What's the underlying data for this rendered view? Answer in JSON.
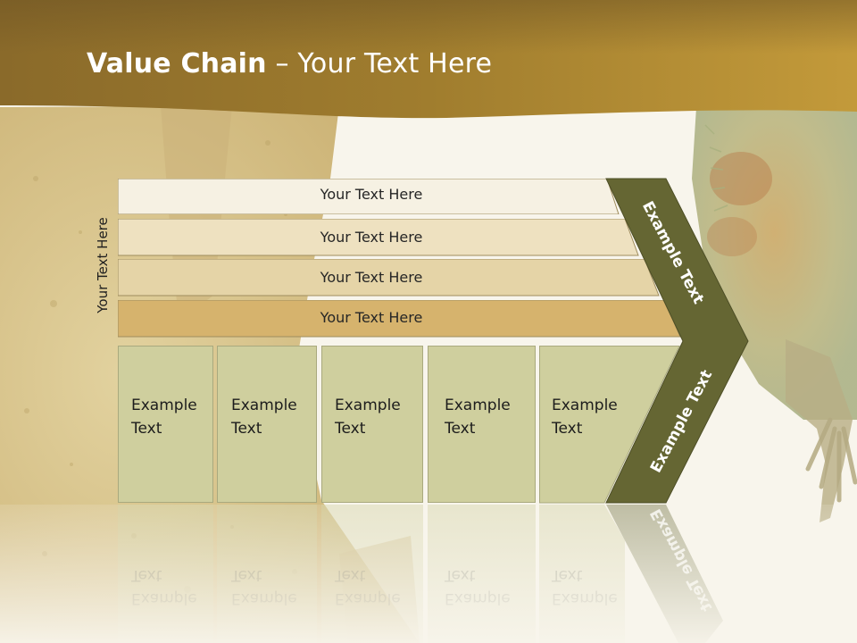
{
  "slide": {
    "title_bold": "Value Chain",
    "title_rest": " – Your Text Here",
    "side_label": "Your Text Here"
  },
  "bands": [
    {
      "label": "Your Text Here",
      "fill": "#f6f1e3"
    },
    {
      "label": "Your Text Here",
      "fill": "#eee1c0"
    },
    {
      "label": "Your Text Here",
      "fill": "#e5d4a7"
    },
    {
      "label": "Your Text Here",
      "fill": "#d6b36d"
    }
  ],
  "boxes": [
    {
      "line1": "Example",
      "line2": "Text"
    },
    {
      "line1": "Example",
      "line2": "Text"
    },
    {
      "line1": "Example",
      "line2": "Text"
    },
    {
      "line1": "Example",
      "line2": "Text"
    },
    {
      "line1": "Example",
      "line2": "Text"
    }
  ],
  "chevron": {
    "upper_text": "Example Text",
    "lower_text": "Example Text",
    "fill": "#656633"
  },
  "colors": {
    "header_gold": "#b48a2c",
    "box_fill": "#cfcf9e"
  }
}
